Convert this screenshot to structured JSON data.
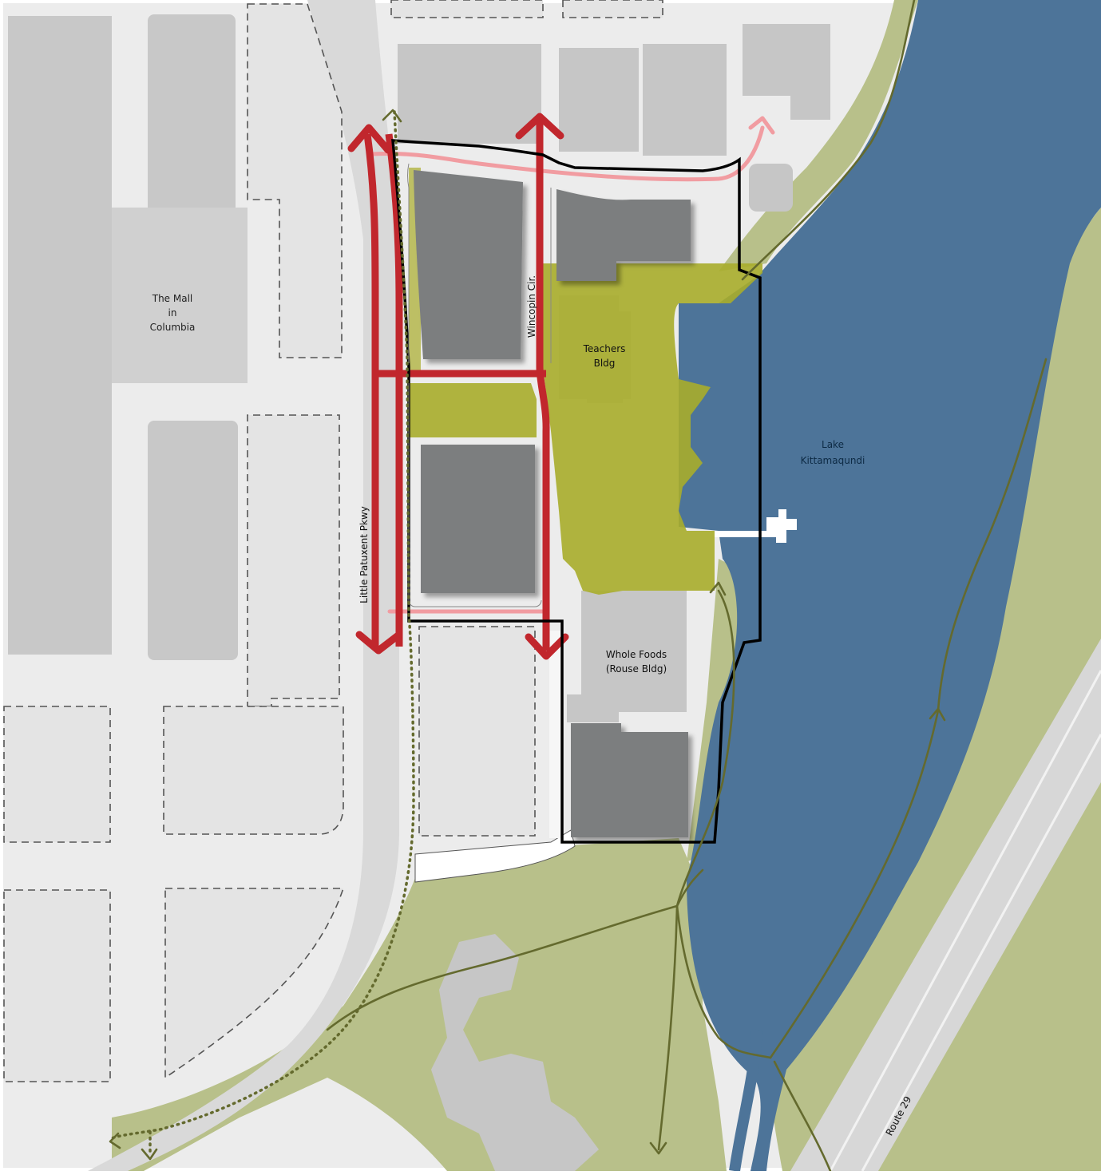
{
  "labels": {
    "mall": [
      "The Mall",
      "in",
      "Columbia"
    ],
    "teachers": [
      "Teachers",
      "Bldg"
    ],
    "whole_foods": [
      "Whole Foods",
      "(Rouse Bldg)"
    ],
    "lake": [
      "Lake",
      "Kittamaqundi"
    ],
    "wincopin": "Wincopin Cir.",
    "little_patuxent": "Little Patuxent Pkwy",
    "route29": "Route 29"
  },
  "colors": {
    "background": "#ececec",
    "lake": "#4d7499",
    "park": "#b8c08a",
    "plaza_green": "#a9ad2b",
    "building_proposed": "#7c7e7f",
    "building_existing": "#c6c6c6",
    "street_red": "#c1272d",
    "street_pink": "#f19ca1",
    "trail": "#646a2e",
    "boundary": "#000000"
  },
  "legend": []
}
